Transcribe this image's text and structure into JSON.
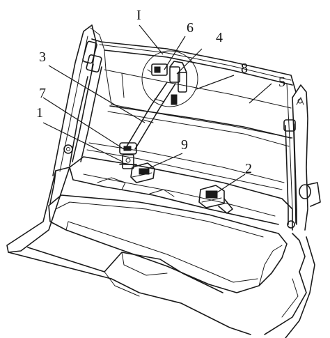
{
  "labels": {
    "I": "I",
    "n1": "1",
    "n2": "2",
    "n3": "3",
    "n4": "4",
    "n5": "5",
    "n6": "6",
    "n7": "7",
    "n8": "8",
    "n9": "9"
  },
  "colors": {
    "line": "#1a1a1a",
    "background": "#ffffff"
  }
}
